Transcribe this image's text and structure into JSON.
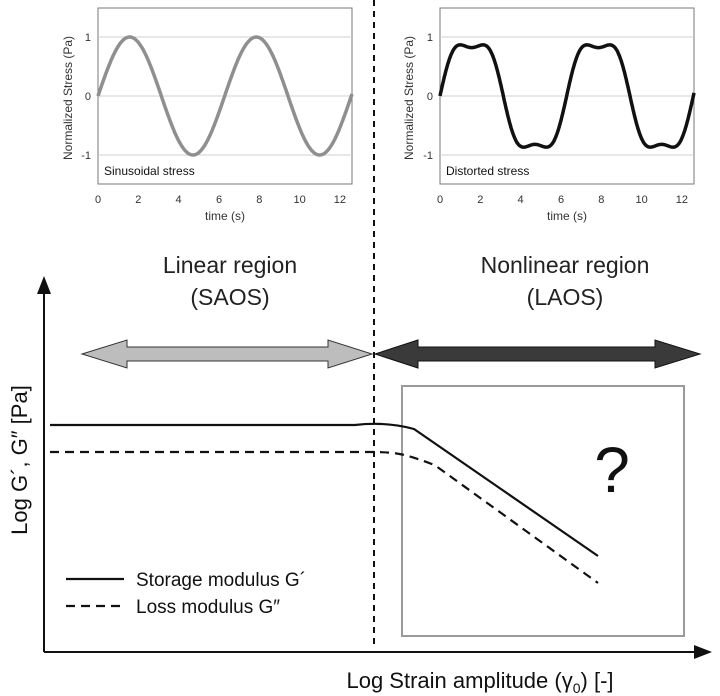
{
  "top_plots": {
    "left": {
      "ylabel": "Normalized Stress (Pa)",
      "xlabel": "time (s)",
      "annotation": "Sinusoidal stress",
      "x_ticks": [
        "0",
        "2",
        "4",
        "6",
        "8",
        "10",
        "12"
      ],
      "y_ticks": [
        "1",
        "0",
        "-1"
      ],
      "color": "#8f8f8f"
    },
    "right": {
      "ylabel": "Normalized Stress (Pa)",
      "xlabel": "time (s)",
      "annotation": "Distorted stress",
      "x_ticks": [
        "0",
        "2",
        "4",
        "6",
        "8",
        "10",
        "12"
      ],
      "y_ticks": [
        "1",
        "0",
        "-1"
      ],
      "color": "#111111"
    }
  },
  "regions": {
    "linear": {
      "line1": "Linear region",
      "line2": "(SAOS)",
      "arrow_color": "#bdbdbd"
    },
    "nonlinear": {
      "line1": "Nonlinear region",
      "line2": "(LAOS)",
      "arrow_color": "#3a3a3a"
    }
  },
  "main": {
    "ylabel": "Log G´, G″ [Pa]",
    "xlabel_pre": "Log Strain amplitude (",
    "xlabel_sym": "γ",
    "xlabel_sub": "0",
    "xlabel_post": ") [-]",
    "question_mark": "?",
    "legend": [
      {
        "label": "Storage modulus G´",
        "style": "solid"
      },
      {
        "label": "Loss modulus G″",
        "style": "dashed"
      }
    ]
  }
}
